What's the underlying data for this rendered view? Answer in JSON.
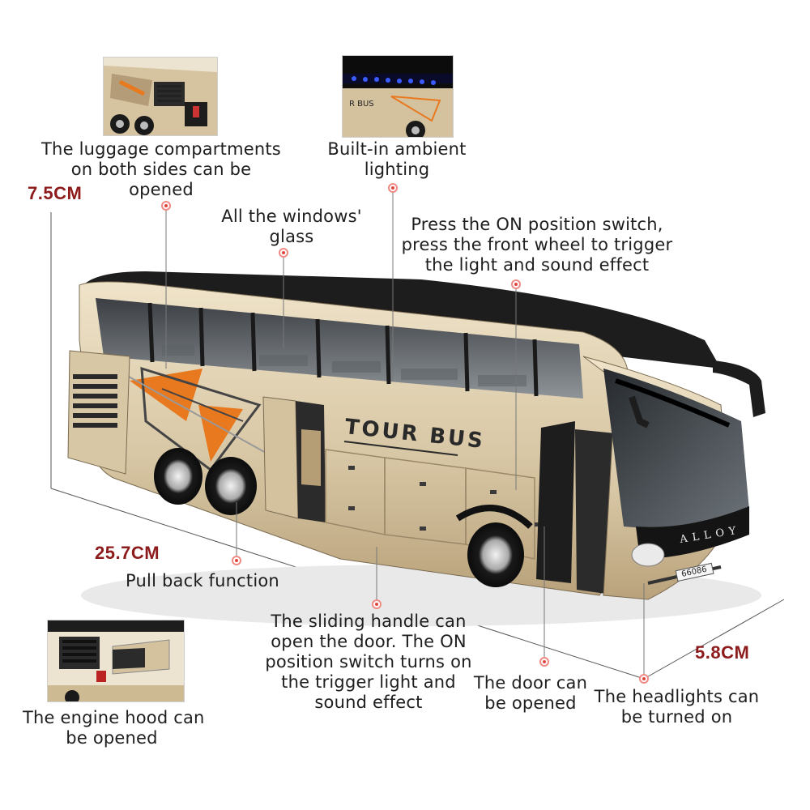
{
  "dimensions": {
    "height": "7.5CM",
    "length": "25.7CM",
    "width": "5.8CM"
  },
  "callouts": {
    "luggage": [
      "The luggage compartments",
      "on both sides can be",
      "opened"
    ],
    "ambient": [
      "Built-in ambient",
      "lighting"
    ],
    "windows": [
      "All the windows'",
      "glass"
    ],
    "switch": [
      "Press the ON position switch,",
      "press the front wheel to trigger",
      "the light and sound effect"
    ],
    "pullback": [
      "Pull back function"
    ],
    "sliding": [
      "The sliding handle can",
      "open the door. The ON",
      "position switch turns on",
      "the trigger light and",
      "sound effect"
    ],
    "door": [
      "The door can",
      "be opened"
    ],
    "headlights": [
      "The headlights can",
      "be turned on"
    ],
    "engine": [
      "The engine hood can",
      "be opened"
    ]
  },
  "bus_markings": {
    "side_text": "TOUR BUS",
    "front_badge": "ALLOY",
    "plate": "66086",
    "thumb_side_text": "R BUS"
  },
  "colors": {
    "body": "#d9c9a9",
    "roof": "#1d1d1d",
    "accent": "#e8791f",
    "dimension_text": "#8d1b1b",
    "dot": "#e0443c"
  }
}
